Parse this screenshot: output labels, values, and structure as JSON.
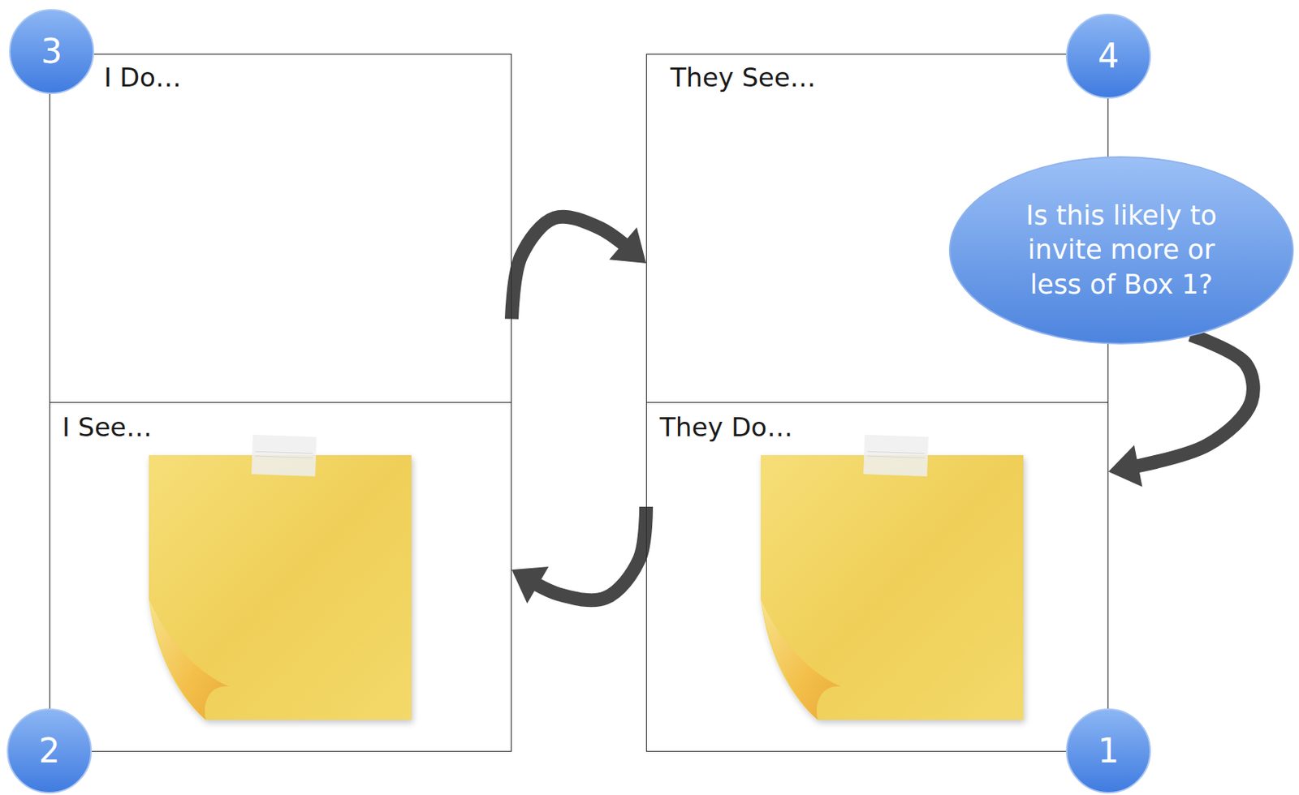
{
  "diagram": {
    "nodes": [
      {
        "text": [
          "3"
        ]
      },
      {
        "text": [
          "I Do…"
        ]
      },
      {
        "text": [
          "They See…"
        ]
      },
      {
        "text": [
          "4"
        ]
      },
      {
        "text": [
          "Is this likely to invite more or less of Box 1?"
        ]
      },
      {
        "text": [
          "I See…"
        ]
      },
      {
        "text": [
          "They Do…"
        ]
      },
      {
        "text": [
          "2"
        ]
      },
      {
        "text": [
          "1"
        ]
      }
    ],
    "edges": [
      {
        "from": 1,
        "to": 2,
        "arrow": "to"
      },
      {
        "from": 6,
        "to": 5,
        "arrow": "to"
      },
      {
        "from": 4,
        "to": 6,
        "arrow": "to"
      }
    ]
  }
}
